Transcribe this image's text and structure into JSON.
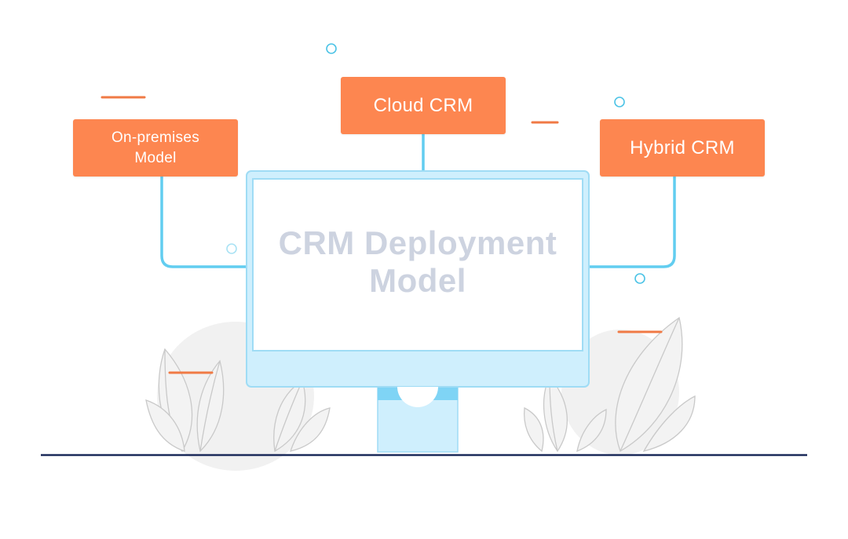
{
  "diagram": {
    "center_label": "CRM Deployment Model",
    "nodes": [
      {
        "id": "on-premises",
        "label_lines": [
          "On-premises",
          "Model"
        ]
      },
      {
        "id": "cloud",
        "label_lines": [
          "Cloud CRM"
        ]
      },
      {
        "id": "hybrid",
        "label_lines": [
          "Hybrid CRM"
        ]
      }
    ],
    "edges": [
      {
        "from": "on-premises",
        "to": "center"
      },
      {
        "from": "cloud",
        "to": "center"
      },
      {
        "from": "hybrid",
        "to": "center"
      }
    ]
  },
  "colors": {
    "node_fill": "#fd8650",
    "connector": "#62cdf0",
    "monitor_frame": "#cfeffd",
    "monitor_border": "#9fdcf5",
    "screen": "#ffffff",
    "center_text": "#cdd3e0",
    "ground_line": "#1c2b5a",
    "dash_accent": "#f07a45",
    "bubble": "#4cc3e6",
    "foliage": "#f0f0f0",
    "foliage_stroke": "#c9c9c9"
  },
  "icons": [
    "monitor-icon",
    "leaf-icon",
    "bubble-icon"
  ]
}
